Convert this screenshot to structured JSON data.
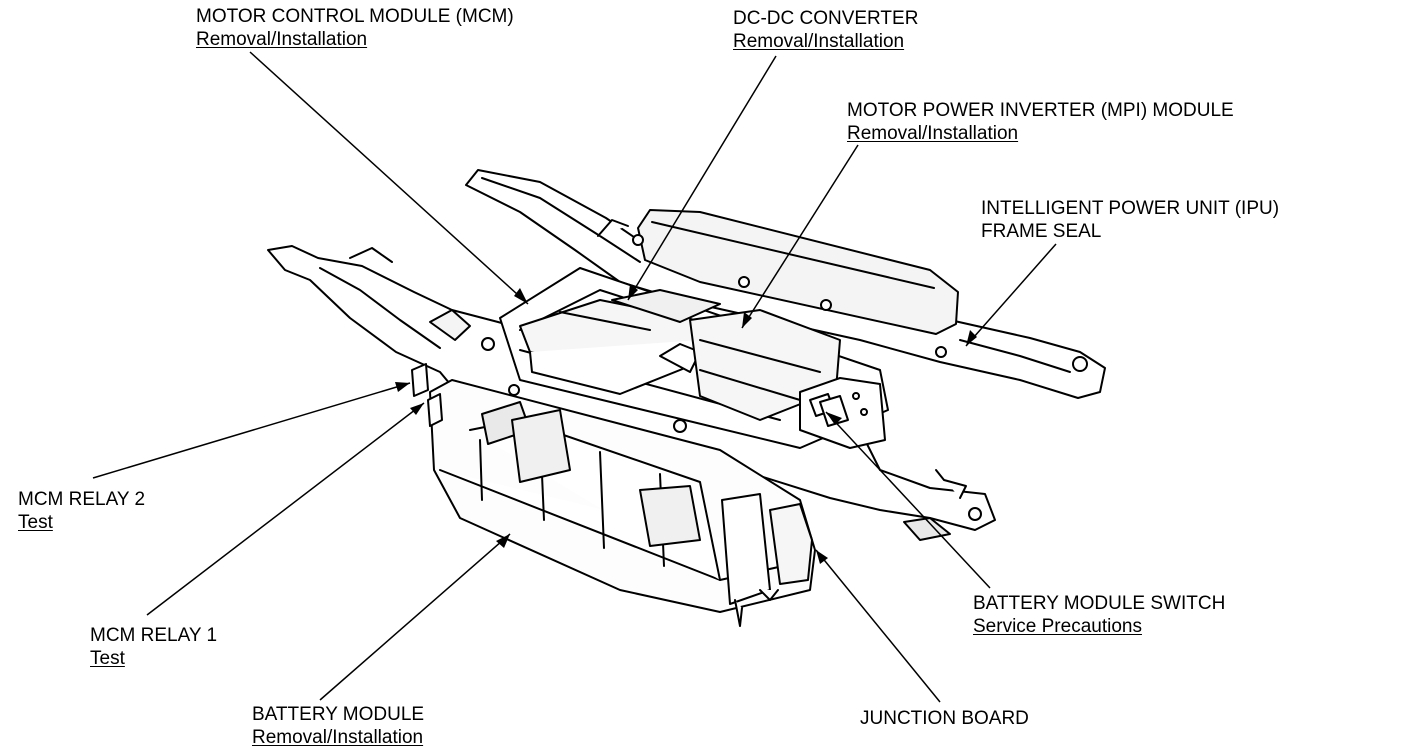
{
  "callouts": {
    "mcm": {
      "name": "MOTOR CONTROL MODULE (MCM)",
      "link": "Removal/Installation"
    },
    "dcdc": {
      "name": "DC-DC CONVERTER",
      "link": "Removal/Installation"
    },
    "mpi": {
      "name": "MOTOR POWER INVERTER (MPI) MODULE",
      "link": "Removal/Installation"
    },
    "ipu": {
      "name": "INTELLIGENT POWER UNIT (IPU)",
      "name2": "FRAME SEAL"
    },
    "relay2": {
      "name": "MCM RELAY 2",
      "link": "Test"
    },
    "relay1": {
      "name": "MCM RELAY 1",
      "link": "Test"
    },
    "bswitch": {
      "name": "BATTERY MODULE SWITCH",
      "link": "Service Precautions"
    },
    "battery": {
      "name": "BATTERY MODULE",
      "link": "Removal/Installation"
    },
    "junction": {
      "name": "JUNCTION BOARD"
    }
  },
  "colors": {
    "ink": "#000000",
    "paper": "#ffffff",
    "shade": "#e9e9e9"
  }
}
